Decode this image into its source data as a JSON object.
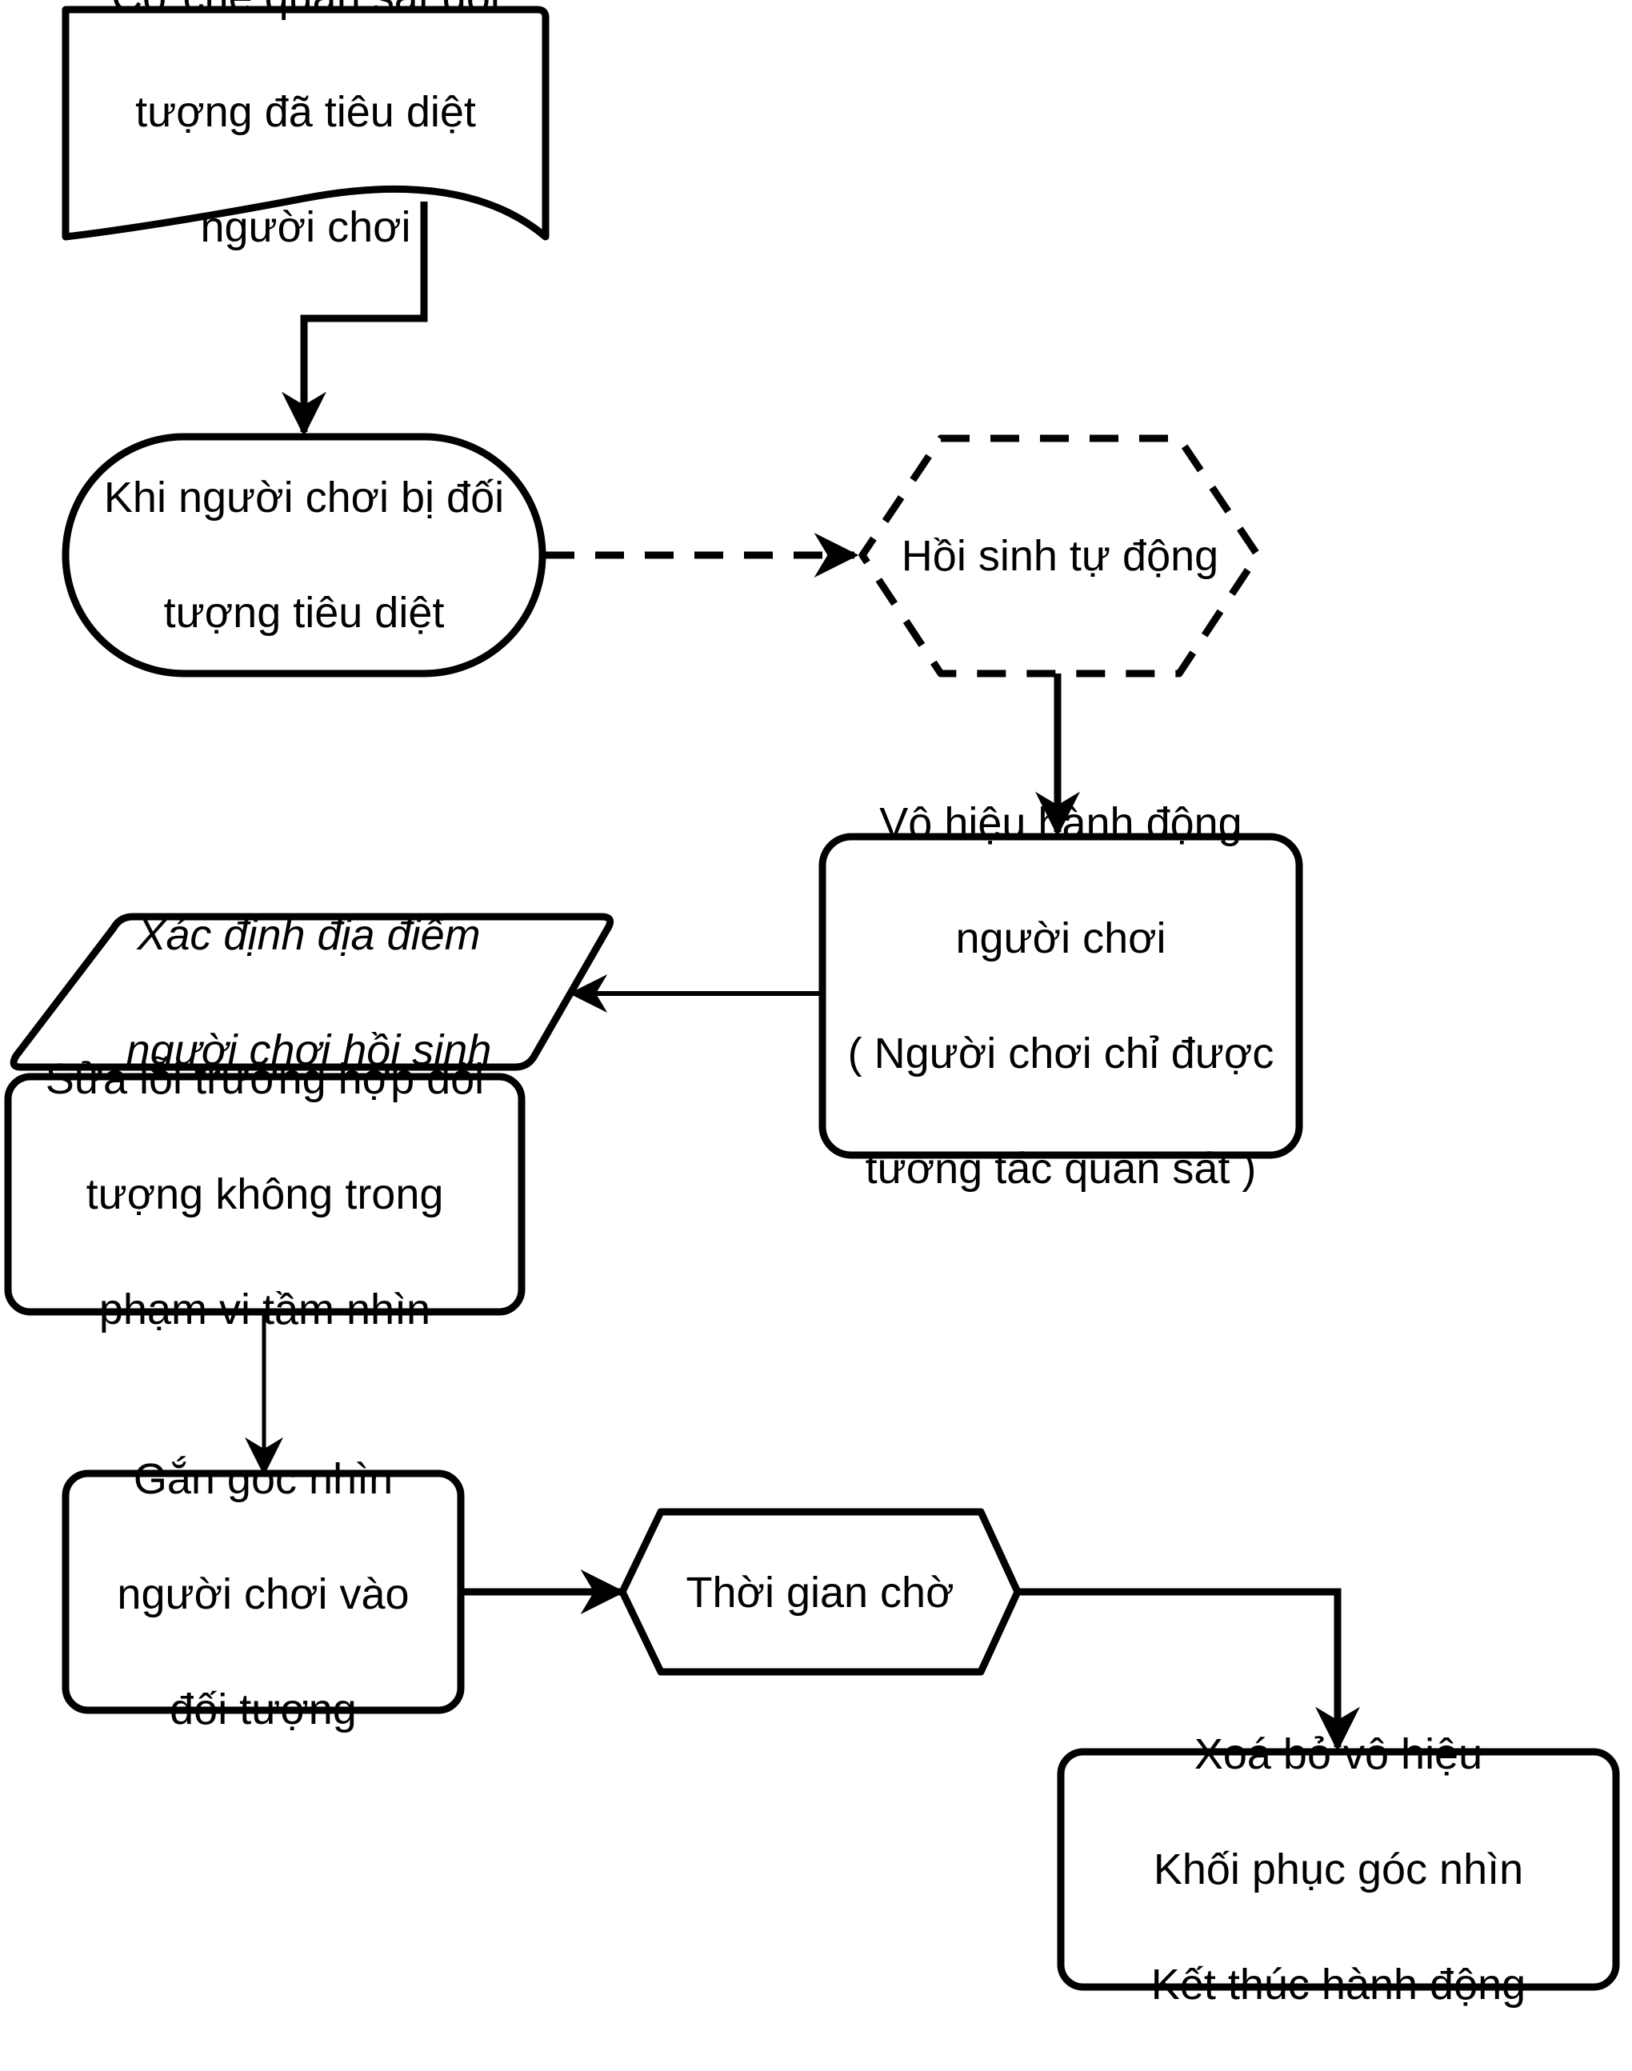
{
  "nodes": {
    "document": {
      "lines": [
        "Cơ chế quan sát đối",
        "tượng đã tiêu diệt",
        "người chơi"
      ]
    },
    "terminal": {
      "lines": [
        "Khi người chơi bị đối",
        "tượng tiêu diệt"
      ]
    },
    "auto_respawn": {
      "lines": [
        "Hồi sinh tự động"
      ]
    },
    "disable_action": {
      "lines": [
        "Vô hiệu hành động",
        "người chơi",
        "( Người chơi chỉ được",
        "tương tác quan sát )"
      ]
    },
    "respawn_location": {
      "lines": [
        "Xác định địa điểm",
        "người chơi hồi sinh"
      ]
    },
    "fix_out_of_view": {
      "lines": [
        "Sửa lỗi trường hợp đối",
        "tượng không trong",
        "phạm vi tầm nhìn"
      ]
    },
    "attach_view": {
      "lines": [
        "Gắn góc nhìn",
        "người chơi vào",
        "đối tượng"
      ]
    },
    "wait_time": {
      "lines": [
        "Thời gian chờ"
      ]
    },
    "finish": {
      "lines": [
        "Xoá bỏ vô hiệu",
        "Khối phục góc nhìn",
        "Kết thúc hành động"
      ]
    }
  }
}
